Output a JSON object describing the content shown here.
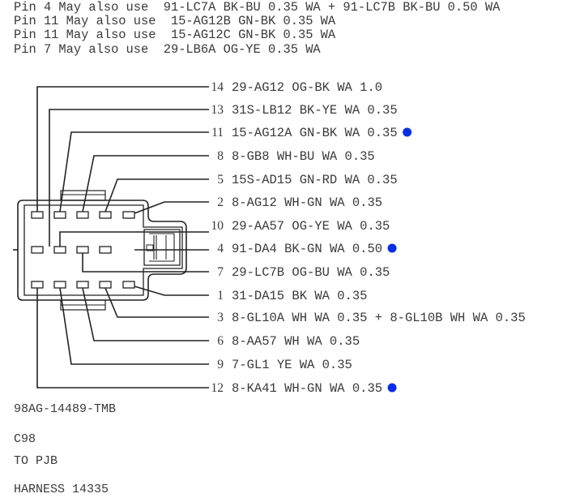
{
  "notes": [
    "Pin 4 May also use  91-LC7A BK-BU 0.35 WA + 91-LC7B BK-BU 0.50 WA",
    "Pin 11 May also use  15-AG12B GN-BK 0.35 WA",
    "Pin 11 May also use  15-AG12C GN-BK 0.35 WA",
    "Pin 7 May also use  29-LB6A OG-YE 0.35 WA"
  ],
  "pins": [
    {
      "pin": "14",
      "circuit": "29-AG12",
      "color": "OG-BK",
      "spec": "WA 1.0",
      "marker": false
    },
    {
      "pin": "13",
      "circuit": "31S-LB12",
      "color": "BK-YE",
      "spec": "WA 0.35",
      "marker": false
    },
    {
      "pin": "11",
      "circuit": "15-AG12A",
      "color": "GN-BK",
      "spec": "WA 0.35",
      "marker": true
    },
    {
      "pin": "8",
      "circuit": "8-GB8",
      "color": "WH-BU",
      "spec": "WA 0.35",
      "marker": false
    },
    {
      "pin": "5",
      "circuit": "15S-AD15",
      "color": "GN-RD",
      "spec": "WA 0.35",
      "marker": false
    },
    {
      "pin": "2",
      "circuit": "8-AG12",
      "color": "WH-GN",
      "spec": "WA 0.35",
      "marker": false
    },
    {
      "pin": "10",
      "circuit": "29-AA57",
      "color": "OG-YE",
      "spec": "WA 0.35",
      "marker": false
    },
    {
      "pin": "4",
      "circuit": "91-DA4",
      "color": "BK-GN",
      "spec": "WA 0.50",
      "marker": true
    },
    {
      "pin": "7",
      "circuit": "29-LC7B",
      "color": "OG-BU",
      "spec": "WA 0.35",
      "marker": false
    },
    {
      "pin": "1",
      "circuit": "31-DA15",
      "color": "BK",
      "spec": "WA 0.35",
      "marker": false
    },
    {
      "pin": "3",
      "circuit": "8-GL10A",
      "color": "WH",
      "spec": "WA 0.35 + 8-GL10B   WH WA 0.35",
      "marker": false
    },
    {
      "pin": "6",
      "circuit": "8-AA57",
      "color": "WH",
      "spec": "WA 0.35",
      "marker": false
    },
    {
      "pin": "9",
      "circuit": "7-GL1",
      "color": "YE",
      "spec": "WA 0.35",
      "marker": false
    },
    {
      "pin": "12",
      "circuit": "8-KA41",
      "color": "WH-GN",
      "spec": "WA 0.35",
      "marker": true
    }
  ],
  "footer": {
    "part_number": "98AG-14489-TMB",
    "connector_id": "C98",
    "destination": "TO PJB",
    "harness": "HARNESS 14335"
  },
  "colors": {
    "line": "#222222",
    "text": "#3a3a3a",
    "marker": "#0a2ee6"
  }
}
